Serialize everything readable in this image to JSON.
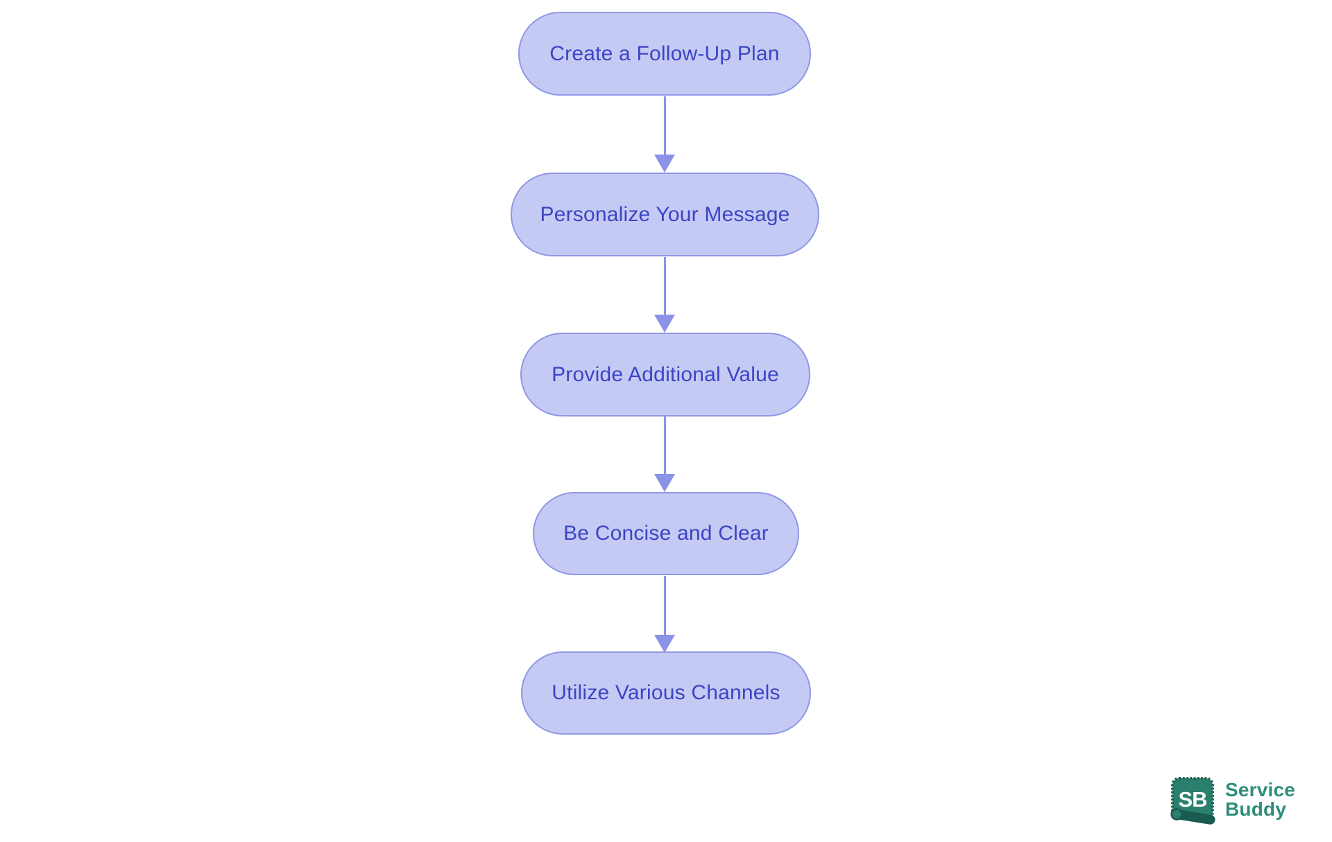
{
  "diagram": {
    "type": "flowchart",
    "direction": "top-to-bottom",
    "nodes": [
      {
        "label": "Create a Follow-Up Plan"
      },
      {
        "label": "Personalize Your Message"
      },
      {
        "label": "Provide Additional Value"
      },
      {
        "label": "Be Concise and Clear"
      },
      {
        "label": "Utilize Various Channels"
      }
    ],
    "edges": [
      {
        "from": 0,
        "to": 1
      },
      {
        "from": 1,
        "to": 2
      },
      {
        "from": 2,
        "to": 3
      },
      {
        "from": 3,
        "to": 4
      }
    ],
    "colors": {
      "node_fill": "#c5caf4",
      "node_border": "#8f97e6",
      "node_text": "#3d44c4",
      "arrow": "#8b93e8",
      "background": "#ffffff"
    }
  },
  "logo": {
    "badge_text": "SB",
    "name_line1": "Service",
    "name_line2": "Buddy",
    "colors": {
      "badge_fill": "#2a7f6d",
      "badge_border": "#1d6355",
      "badge_roll": "#1b5a4e",
      "badge_text": "#ffffff",
      "name_text": "#2e8e7a"
    }
  }
}
